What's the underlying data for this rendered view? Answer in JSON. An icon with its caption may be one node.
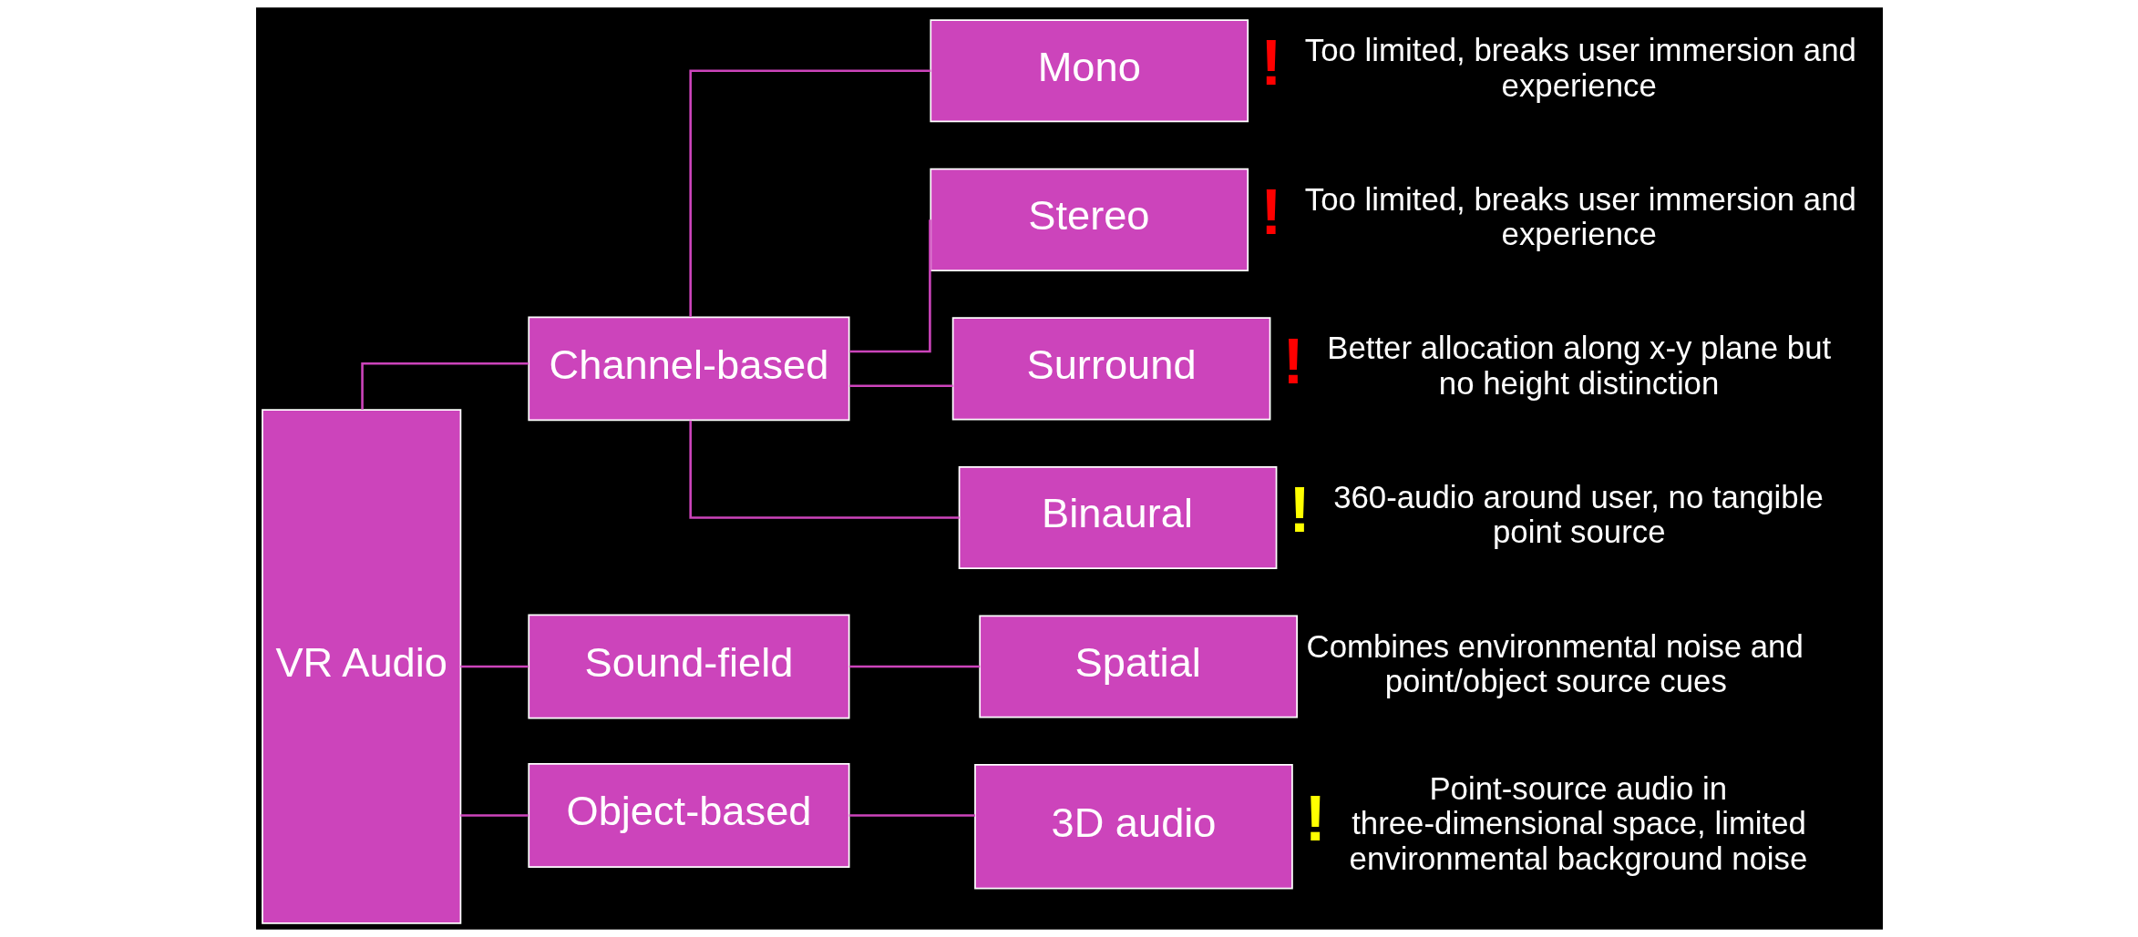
{
  "diagram": {
    "nodes": [
      {
        "text": [
          "VR Audio"
        ]
      },
      {
        "text": [
          "Channel-based"
        ]
      },
      {
        "text": [
          "Sound-field"
        ]
      },
      {
        "text": [
          "Object-based"
        ]
      },
      {
        "text": [
          "Mono"
        ],
        "beside": [
          "!",
          "Too limited, breaks user immersion and experience"
        ]
      },
      {
        "text": [
          "Stereo"
        ],
        "beside": [
          "!",
          "Too limited, breaks user immersion and experience"
        ]
      },
      {
        "text": [
          "Surround"
        ],
        "beside": [
          "!",
          "Better allocation along x-y plane but no height distinction"
        ]
      },
      {
        "text": [
          "Binaural"
        ],
        "beside": [
          "!",
          "360-audio around user, no tangible point source"
        ]
      },
      {
        "text": [
          "Spatial"
        ],
        "beside": [
          "Combines environmental noise and point/object source cues"
        ]
      },
      {
        "text": [
          "3D audio"
        ],
        "beside": [
          "!",
          "Point-source audio in three-dimensional space, limited environmental background noise"
        ]
      }
    ],
    "edges": [
      {
        "from": 0,
        "to": 1,
        "arrow": "none"
      },
      {
        "from": 0,
        "to": 2,
        "arrow": "none"
      },
      {
        "from": 0,
        "to": 3,
        "arrow": "none"
      },
      {
        "from": 1,
        "to": 4,
        "arrow": "none"
      },
      {
        "from": 1,
        "to": 5,
        "arrow": "none"
      },
      {
        "from": 1,
        "to": 6,
        "arrow": "none"
      },
      {
        "from": 1,
        "to": 7,
        "arrow": "none"
      },
      {
        "from": 2,
        "to": 8,
        "arrow": "none"
      },
      {
        "from": 3,
        "to": 9,
        "arrow": "none"
      }
    ]
  }
}
